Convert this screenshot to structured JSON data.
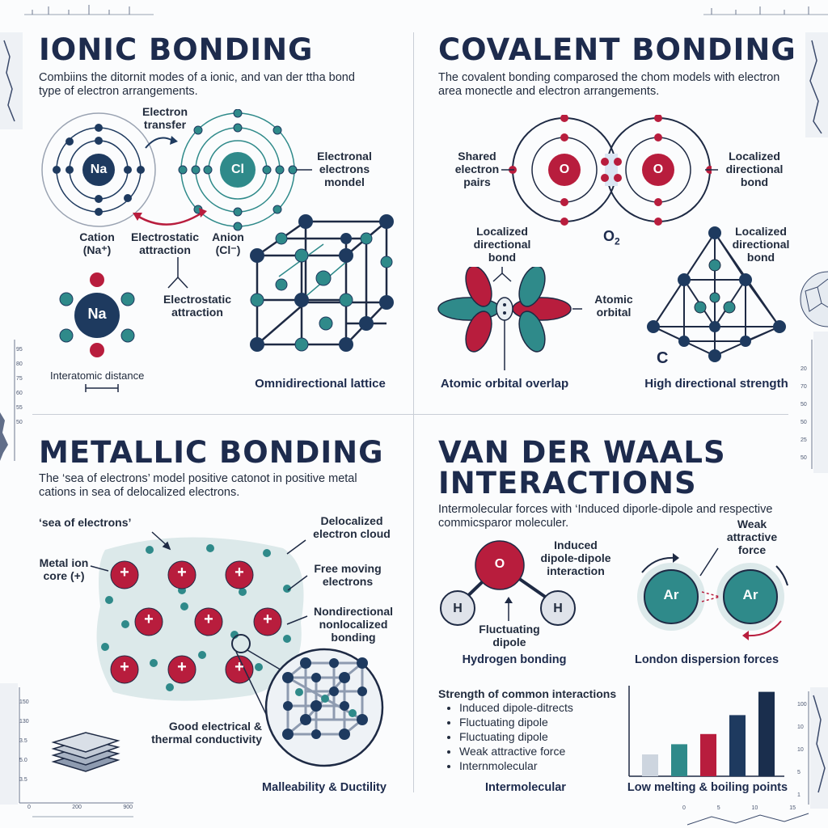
{
  "ionic": {
    "title": "IONIC BONDING",
    "subtitle": "Combiins the ditornit modes of a ionic, and van der ttha bond type of electron arrangements.",
    "na": "Na",
    "cl": "Cl",
    "electron_transfer": "Electron transfer",
    "electronal_model": "Electronal electrons mondel",
    "cation": "Cation (Na⁺)",
    "anion": "Anion (Cl⁻)",
    "electrostatic_attraction_1": "Electrostatic attraction",
    "electrostatic_attraction_2": "Electrostatic attraction",
    "na_ion": "Na",
    "interatomic_distance": "Interatomic distance",
    "lattice_caption": "Omnidirectional lattice"
  },
  "covalent": {
    "title": "COVALENT BONDING",
    "subtitle": "The covalent bonding comparosed the chom models with electron area monectle and electron arrangements.",
    "shared_pairs": "Shared electron pairs",
    "o_left": "O",
    "o_right": "O",
    "localized_1": "Localized directional bond",
    "o2": "O",
    "o2_sub": "2",
    "localized_2": "Localized directional bond",
    "localized_3": "Localized directional bond",
    "atomic_orbital": "Atomic orbital",
    "carbon": "C",
    "overlap_caption": "Atomic orbital overlap",
    "strength_caption": "High directional strength"
  },
  "metallic": {
    "title": "METALLIC BONDING",
    "subtitle": "The ‘sea of electrons’ model positive catonot in positive metal cations in sea of delocalized electrons.",
    "sea_label": "‘sea of electrons’",
    "metal_ion_core": "Metal ion core (+)",
    "delocalized_cloud": "Delocalized electron cloud",
    "free_moving": "Free moving electrons",
    "nondirectional": "Nondirectional nonlocalized bonding",
    "conductivity": "Good electrical & thermal conductivity",
    "malleability": "Malleability & Ductility",
    "plus": "+"
  },
  "vdw": {
    "title_line1": "VAN DER WAALS",
    "title_line2": "INTERACTIONS",
    "subtitle": "Intermolecular forces with ‘Induced diporle-dipole and respective commicsparor moleculer.",
    "o": "O",
    "h_left": "H",
    "h_right": "H",
    "induced_dipole": "Induced dipole-dipole interaction",
    "fluctuating_dipole": "Fluctuating dipole",
    "hydrogen_bonding": "Hydrogen bonding",
    "weak_force": "Weak attractive force",
    "ar_left": "Ar",
    "ar_right": "Ar",
    "london": "London dispersion forces",
    "strength_heading": "Strength of common interactions",
    "strength_items": [
      "Induced dipole-ditrects",
      "Fluctuating dipole",
      "Fluctuating dipole",
      "Weak attractive force",
      "Internmolecular"
    ],
    "intermolecular": "Intermolecular",
    "chart_caption": "Low melting & boiling points"
  },
  "chart_data": {
    "type": "bar",
    "categories": [
      "",
      "",
      "",
      "",
      ""
    ],
    "values": [
      1.5,
      2.2,
      2.9,
      4.2,
      5.8
    ],
    "colors": [
      "#cdd5df",
      "#2f8a8a",
      "#b81d3d",
      "#1e3a5f",
      "#1a2e4d"
    ],
    "title": "",
    "xlabel": "",
    "ylabel": ""
  },
  "decor": {
    "left_ticks": [
      "95",
      "80",
      "75",
      "60",
      "55",
      "50"
    ],
    "right_ticks": [
      "20",
      "70",
      "50",
      "50",
      "25",
      "50"
    ],
    "bottom_left_ticks": [
      "150",
      "130",
      "3.5",
      "5.0",
      "3.5"
    ],
    "bottom_left_axis": [
      "0",
      "200",
      "900"
    ],
    "bottom_right_ticks": [
      "100",
      "10",
      "10",
      "5",
      "1"
    ],
    "bottom_right_axis": [
      "0",
      "5",
      "10",
      "15"
    ]
  },
  "colors": {
    "navy": "#1e3a5f",
    "teal": "#2f8a8a",
    "crimson": "#b81d3d",
    "pale_teal": "#dce9ea"
  }
}
